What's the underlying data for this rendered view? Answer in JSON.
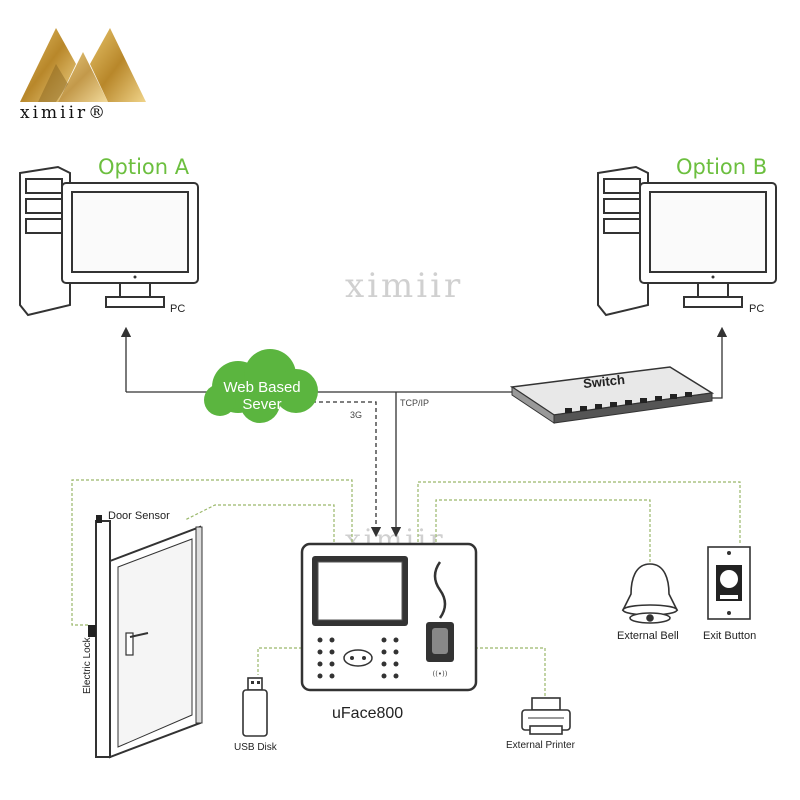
{
  "brand": {
    "name": "ximiir®",
    "watermark": "ximiir",
    "gold": "#c49a3a"
  },
  "option_a": "Option A",
  "option_b": "Option B",
  "pc_label": "PC",
  "cloud": {
    "line1": "Web Based",
    "line2": "Sever",
    "color": "#5bb53f"
  },
  "connections": {
    "tcp": "TCP/IP",
    "g3": "3G"
  },
  "switch_label": "Switch",
  "door_sensor": "Door Sensor",
  "electric_lock": "Electric Lock",
  "device_name": "uFace800",
  "external_bell": "External Bell",
  "exit_button": "Exit Button",
  "usb_disk": "USB Disk",
  "external_printer": "External Printer",
  "colors": {
    "accent": "#6cbf3f",
    "wire": "#9ab86a",
    "line": "#333333"
  }
}
